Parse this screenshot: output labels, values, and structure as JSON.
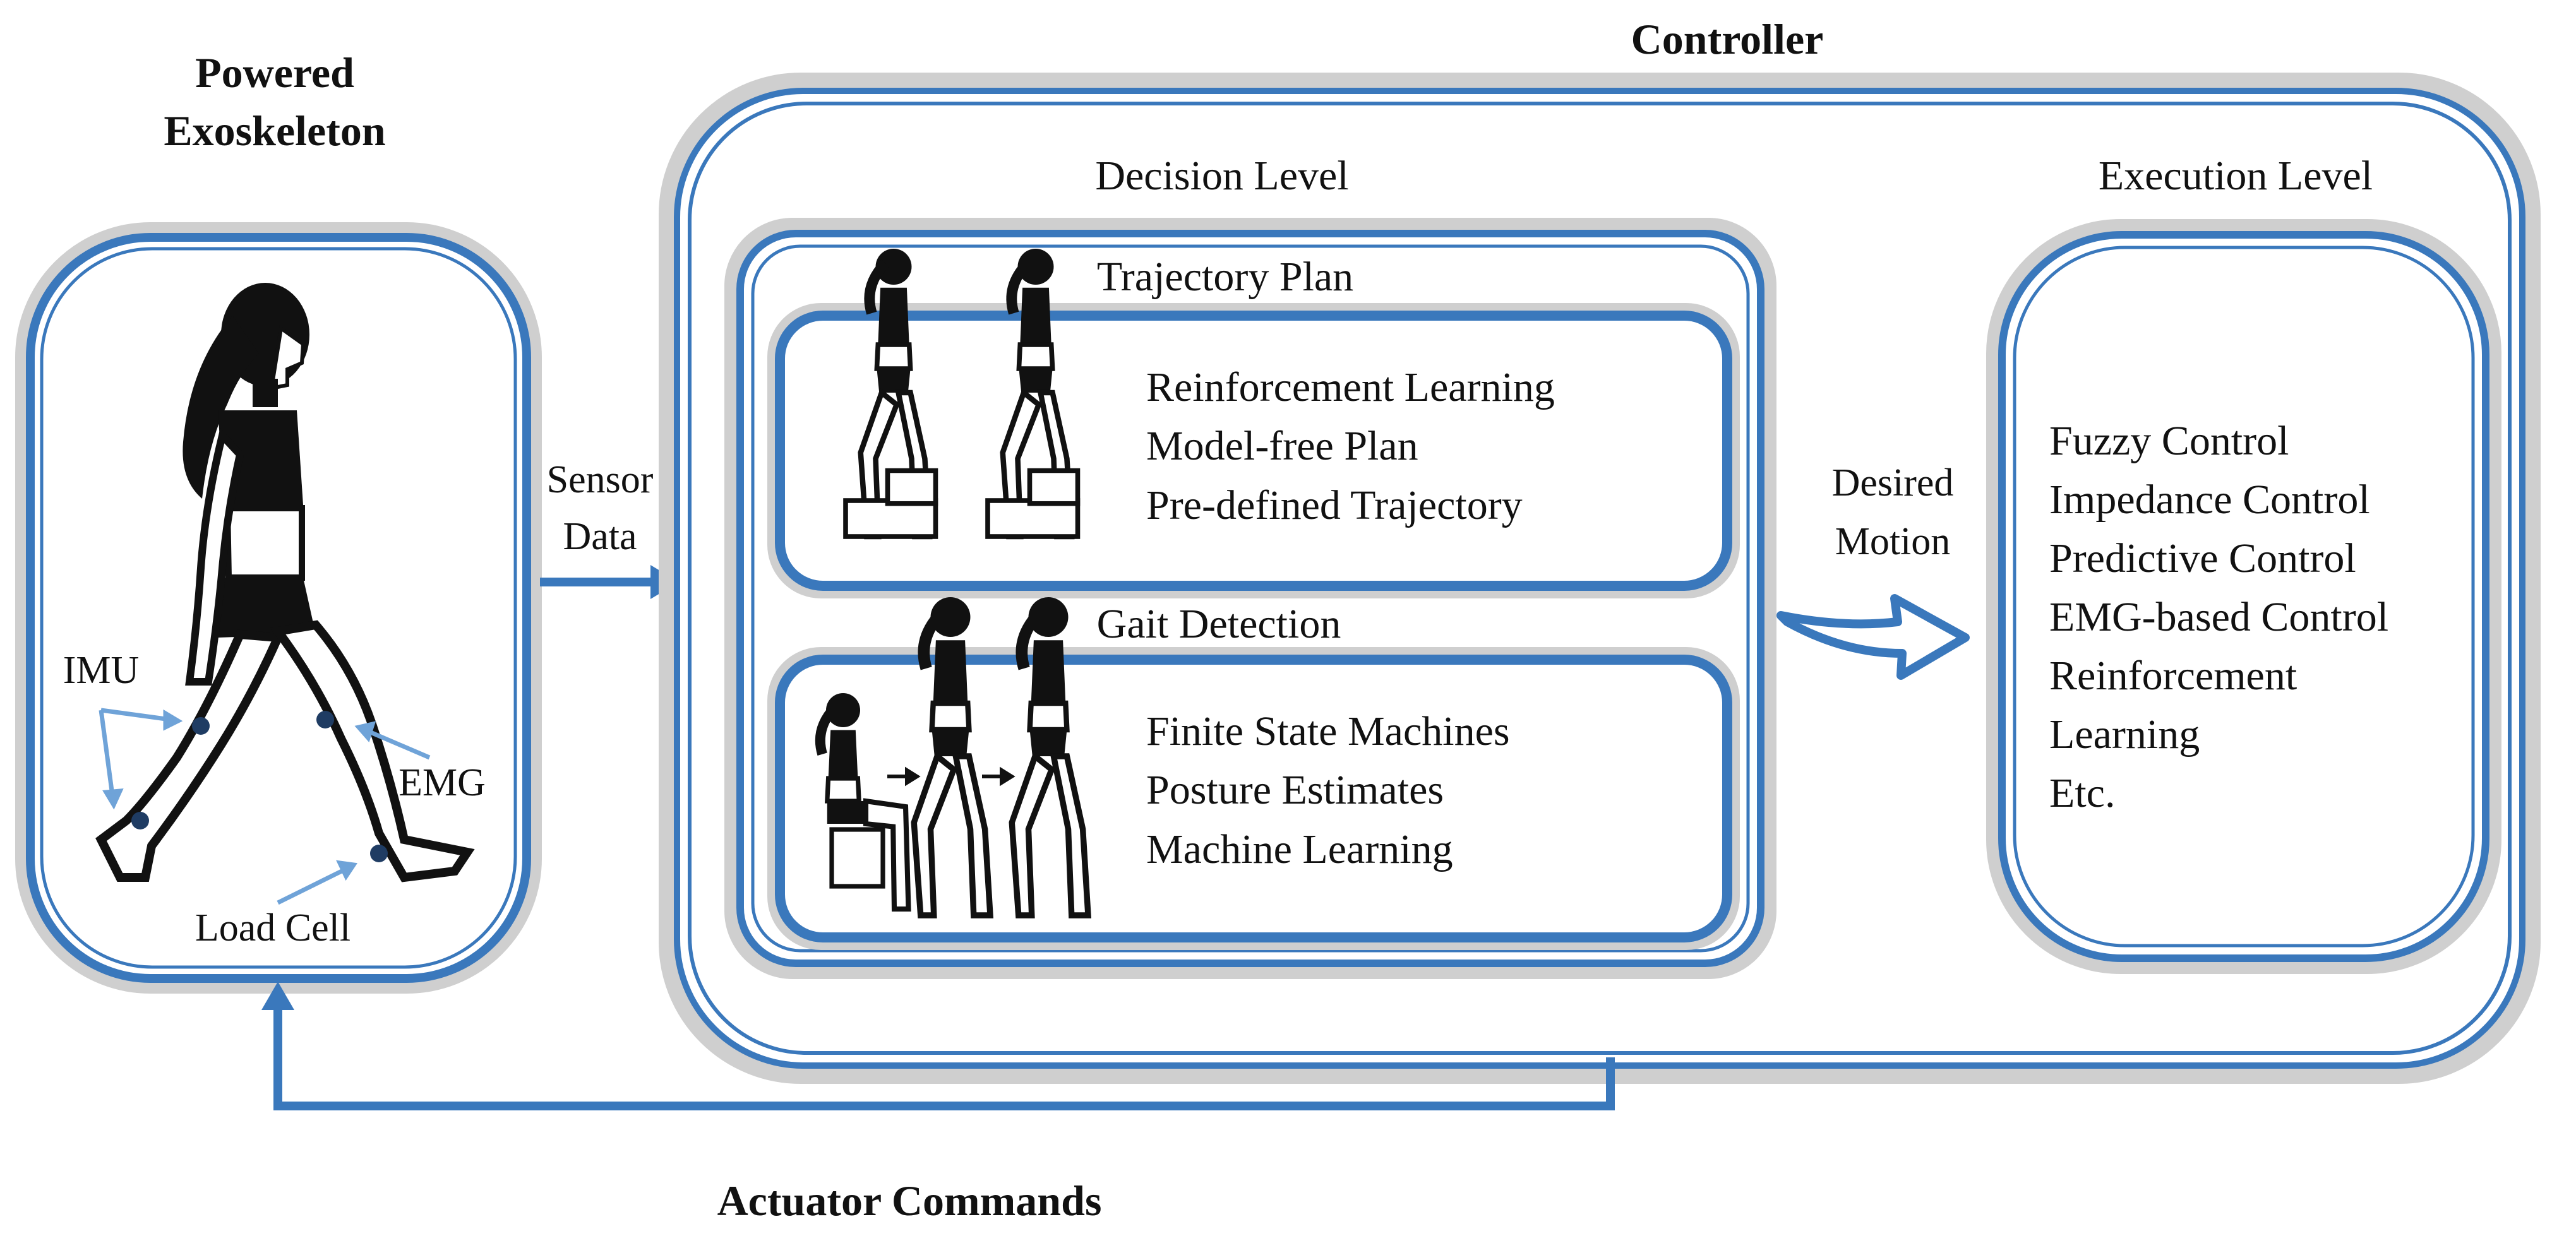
{
  "colors": {
    "accent": "#3a78bc",
    "light_accent": "#6fa3d8",
    "halo": "#cfcfcf",
    "sensor_dot": "#1f3c63",
    "text": "#111111",
    "silhouette": "#111111"
  },
  "exoskeleton": {
    "title_line1": "Powered",
    "title_line2": "Exoskeleton",
    "imu_label": "IMU",
    "emg_label": "EMG",
    "load_cell_label": "Load Cell"
  },
  "arrows": {
    "sensor_data_line1": "Sensor",
    "sensor_data_line2": "Data",
    "desired_motion_line1": "Desired",
    "desired_motion_line2": "Motion",
    "actuator_commands": "Actuator Commands"
  },
  "controller": {
    "title": "Controller",
    "decision_level": {
      "title": "Decision Level",
      "trajectory_plan": {
        "title": "Trajectory Plan",
        "items": [
          "Reinforcement Learning",
          "Model-free Plan",
          "Pre-defined Trajectory"
        ]
      },
      "gait_detection": {
        "title": "Gait Detection",
        "items": [
          "Finite State Machines",
          "Posture Estimates",
          "Machine Learning"
        ]
      }
    },
    "execution_level": {
      "title": "Execution Level",
      "items": [
        "Fuzzy Control",
        "Impedance Control",
        "Predictive Control",
        "EMG-based Control",
        "Reinforcement",
        "Learning",
        "Etc."
      ]
    }
  }
}
